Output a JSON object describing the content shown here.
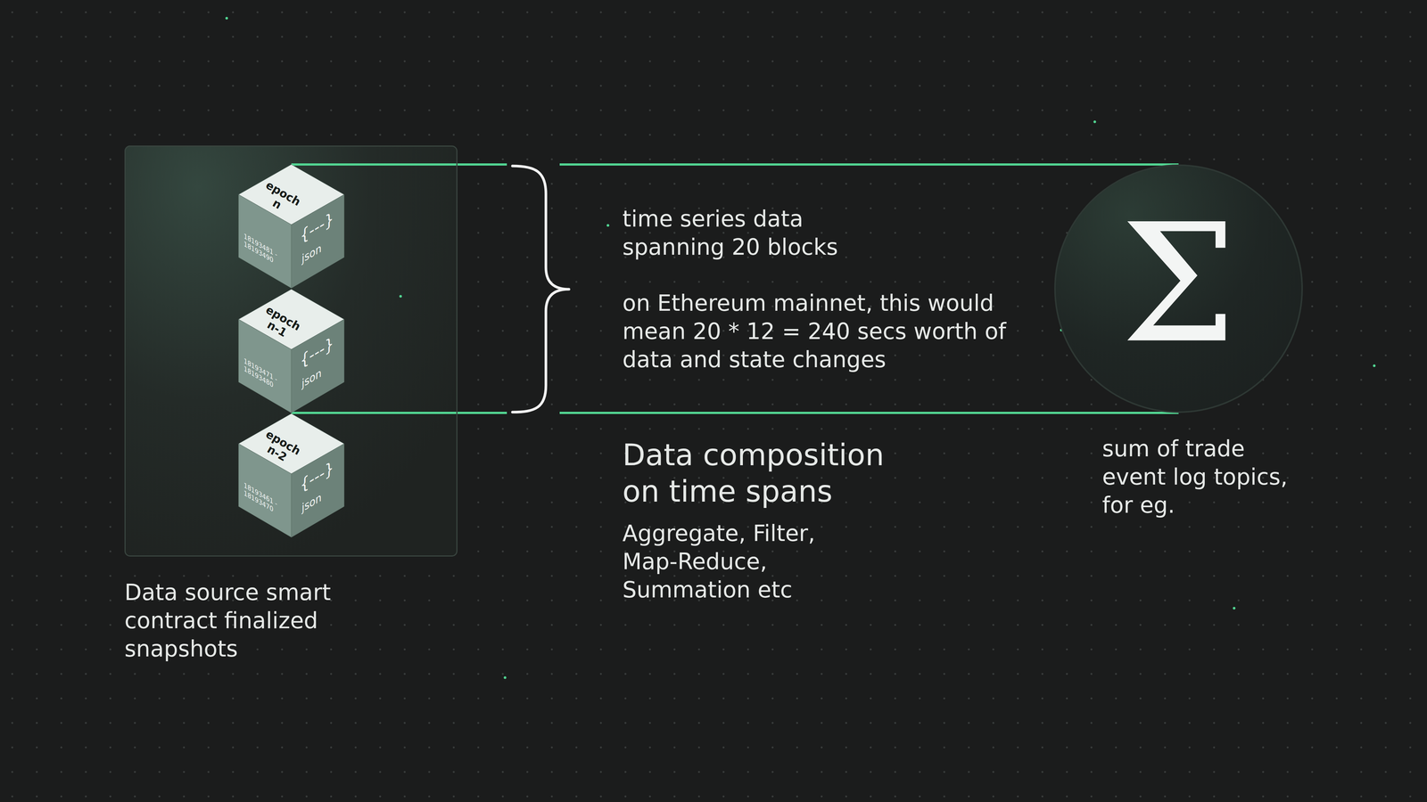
{
  "diagram": {
    "nodes": [
      {
        "text": [
          "Data source smart contract finalized snapshots"
        ]
      },
      {
        "text": [
          "epoch n",
          "18193481 - 18193490",
          "{---}",
          "json"
        ],
        "in": 0
      },
      {
        "text": [
          "epoch n-1",
          "18193471 - 18193480",
          "{---}",
          "json"
        ],
        "in": 0
      },
      {
        "text": [
          "epoch n-2",
          "18193461 - 18193470",
          "{---}",
          "json"
        ],
        "in": 0
      },
      {
        "text": [
          "Σ",
          "sum of trade event log topics, for eg."
        ]
      }
    ],
    "edges": [
      {
        "from": 1,
        "to": 4,
        "arrow": "none"
      },
      {
        "from": 2,
        "to": 4,
        "arrow": "none"
      }
    ],
    "labels": [
      "time series data spanning 20 blocks",
      "on Ethereum mainnet, this would mean 20 * 12 = 240 secs worth of data and state changes",
      "Data composition on time spans",
      "Aggregate, Filter, Map-Reduce, Summation etc"
    ]
  }
}
